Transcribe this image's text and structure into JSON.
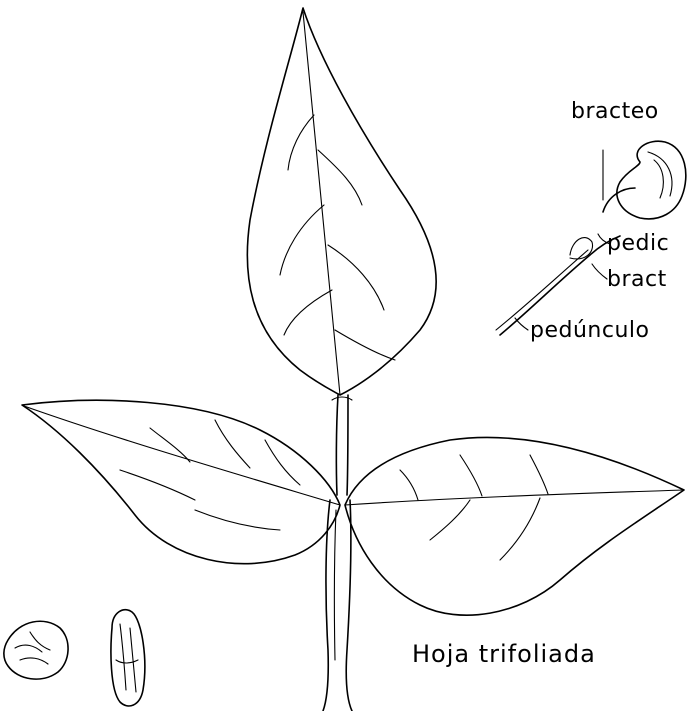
{
  "labels": {
    "bracteola": "bracteo",
    "pedicelo": "pedic",
    "bractea": "bract",
    "pedunculo": "pedúnculo"
  },
  "caption": "Hoja trifoliada"
}
